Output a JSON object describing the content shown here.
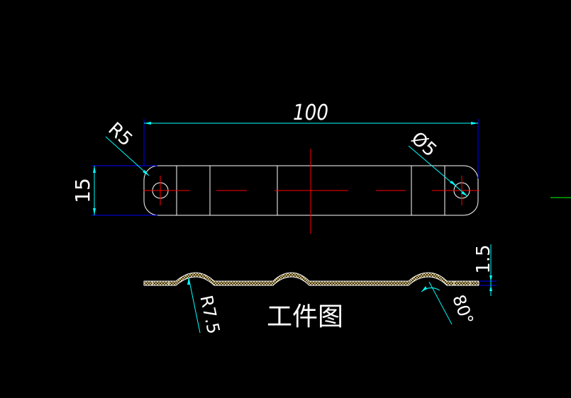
{
  "drawing": {
    "title": "工件图",
    "dimensions": {
      "overall_length": "100",
      "width": "15",
      "corner_radius": "R5",
      "hole_diameter": "Ø5",
      "thickness": "1.5",
      "bend_radius": "R7.5",
      "bend_angle": "80°"
    }
  },
  "colors": {
    "background": "#000000",
    "outline": "#ffffff",
    "center_line": "#ff0000",
    "dimension_line": "#0000ff",
    "dimension_leader": "#00ffff",
    "section_fill": "#e8d38a",
    "axis_marker": "#00ff00"
  }
}
